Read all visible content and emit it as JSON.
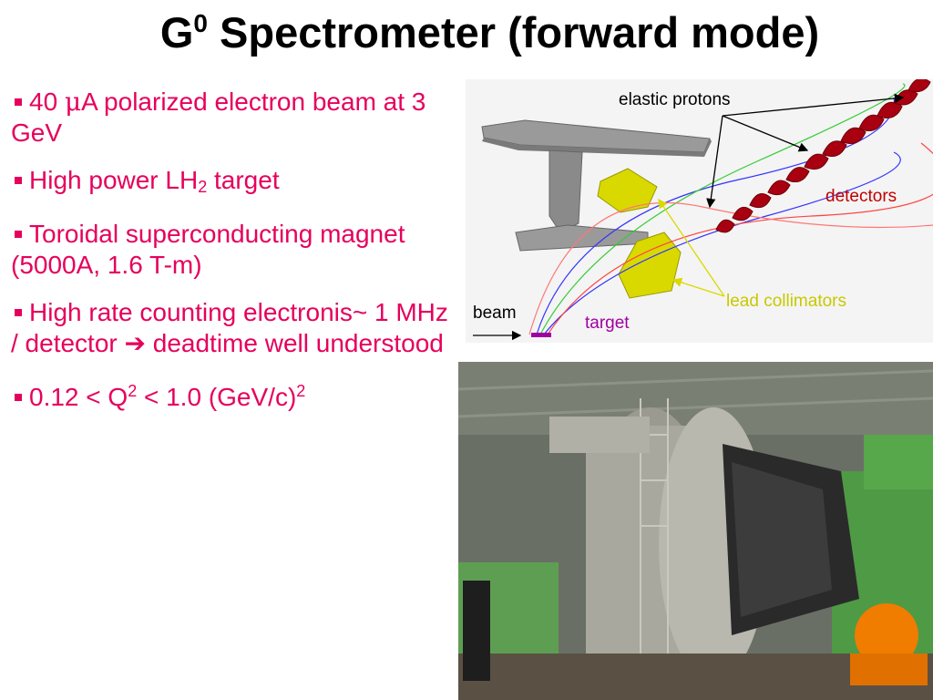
{
  "title": {
    "main": "G",
    "sup": "0",
    "rest": " Spectrometer (forward mode)"
  },
  "bullets": [
    {
      "pre": "40 ",
      "mu": "μ",
      "post": "A polarized electron beam at 3 GeV"
    },
    {
      "pre": "High power LH",
      "sub": "2",
      "post": " target"
    },
    {
      "text": "Toroidal superconducting magnet (5000A, 1.6 T-m)"
    },
    {
      "pre": "High rate counting electronis~ 1 MHz / detector ",
      "arrow": "➔",
      "post": " deadtime well understood"
    },
    {
      "pre": "0.12 < Q",
      "sup1": "2",
      "mid": " < 1.0 (GeV/c)",
      "sup2": "2"
    }
  ],
  "diagram": {
    "labels": {
      "elastic_protons": "elastic protons",
      "detectors": "detectors",
      "lead_collimators": "lead collimators",
      "beam": "beam",
      "target": "target"
    },
    "colors": {
      "detectors": "#c00000",
      "collimators": "#d9d900",
      "target": "#a000a0",
      "frame": "#8c8c8c"
    }
  },
  "photo": {
    "subject": "spectrometer-hall-photo"
  }
}
